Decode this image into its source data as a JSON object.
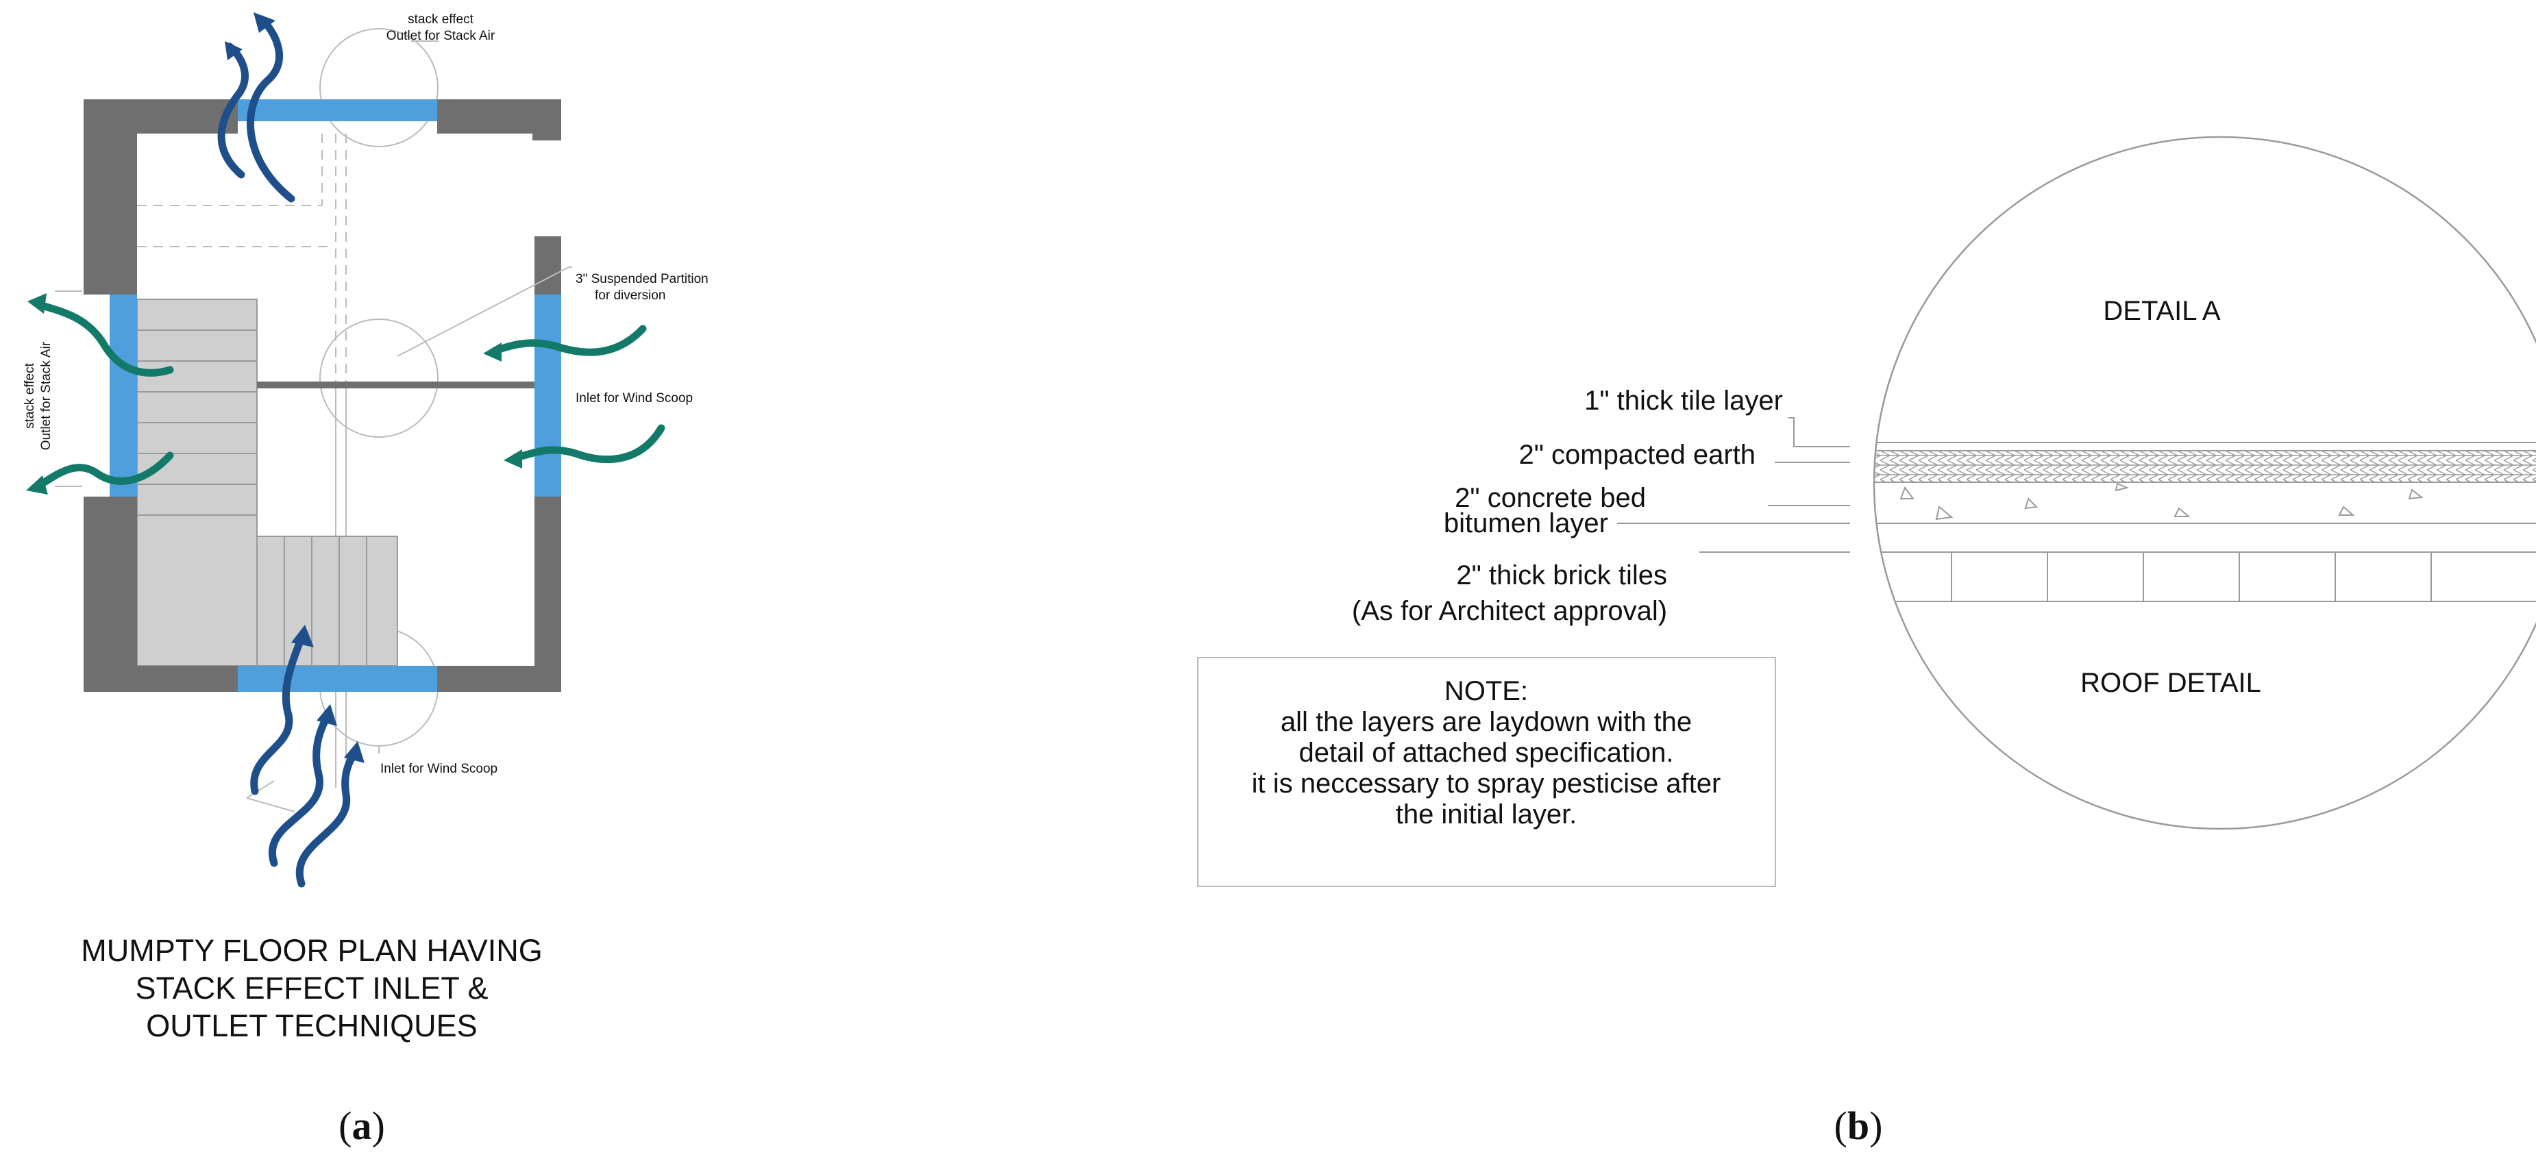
{
  "colors": {
    "wall": "#6f6f6f",
    "window": "#4f9fdc",
    "arrow_blue": "#1f4f8b",
    "arrow_teal": "#137a6a",
    "stair": "#cfcfcf",
    "line": "#9a9a9a"
  },
  "panel_a": {
    "label_top_outlet": [
      "stack effect",
      "Outlet for Stack Air"
    ],
    "label_left_outlet": [
      "stack effect",
      "Outlet for Stack Air"
    ],
    "label_partition": [
      "3\" Suspended Partition",
      "for diversion"
    ],
    "label_inlet_right": "Inlet for Wind Scoop",
    "label_inlet_bottom": "Inlet for Wind Scoop",
    "title": [
      "MUMPTY FLOOR PLAN HAVING",
      "STACK EFFECT INLET &",
      "OUTLET TECHNIQUES"
    ],
    "caption_letter": "a"
  },
  "panel_b": {
    "detail_title": "DETAIL A",
    "detail_subtitle": "ROOF DETAIL",
    "layers": [
      "1\" thick tile layer",
      "2\" compacted earth",
      "2\" concrete bed",
      "bitumen layer",
      "2\" thick brick tiles",
      "(As for Architect approval)"
    ],
    "note_lines": [
      "NOTE:",
      "all the layers are laydown with the",
      "detail of attached specification.",
      "it is neccessary to spray pesticise after",
      "the initial layer."
    ],
    "caption_letter": "b"
  }
}
